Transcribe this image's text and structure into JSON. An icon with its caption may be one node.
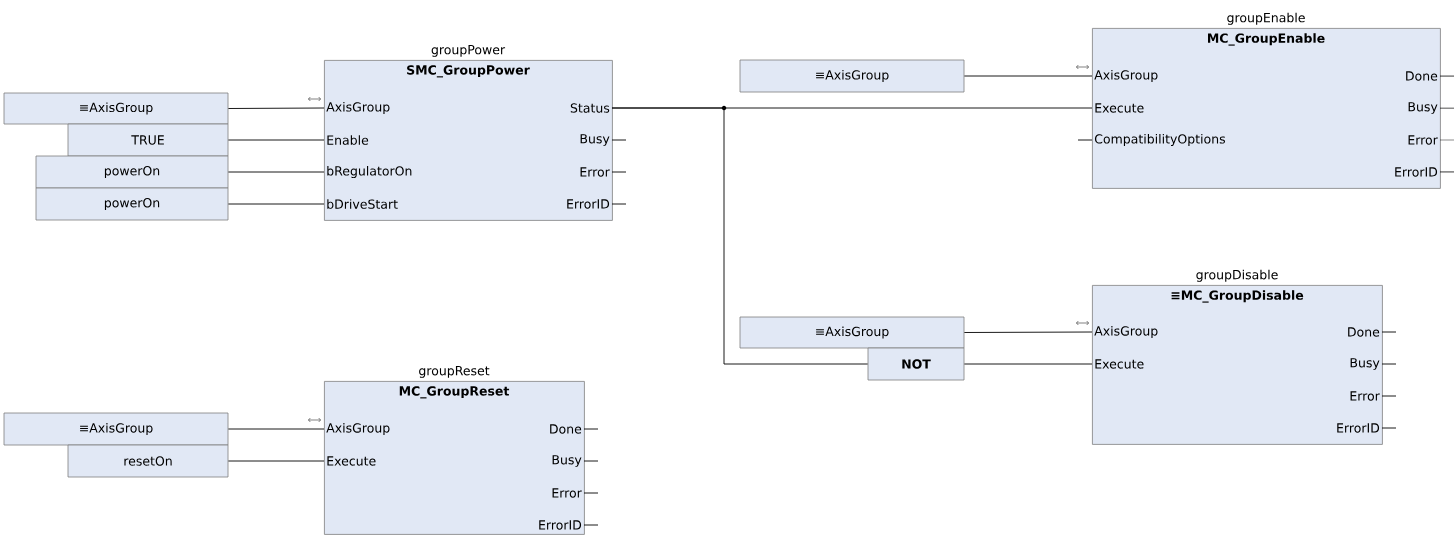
{
  "diagram": {
    "nodes": [
      {
        "text": [
          "≡AxisGroup"
        ]
      },
      {
        "text": [
          "TRUE"
        ]
      },
      {
        "text": [
          "powerOn"
        ]
      },
      {
        "text": [
          "powerOn"
        ]
      },
      {
        "text": [
          "groupPower",
          "SMC_GroupPower"
        ]
      },
      {
        "text": [
          "AxisGroup"
        ],
        "in": 4
      },
      {
        "text": [
          "Status"
        ],
        "in": 4
      },
      {
        "text": [
          "Enable"
        ],
        "in": 4
      },
      {
        "text": [
          "Busy"
        ],
        "in": 4
      },
      {
        "text": [
          "bRegulatorOn"
        ],
        "in": 4
      },
      {
        "text": [
          "Error"
        ],
        "in": 4
      },
      {
        "text": [
          "bDriveStart"
        ],
        "in": 4
      },
      {
        "text": [
          "ErrorID"
        ],
        "in": 4
      },
      {
        "text": [
          "≡AxisGroup"
        ]
      },
      {
        "text": [
          "groupEnable",
          "MC_GroupEnable"
        ]
      },
      {
        "text": [
          "AxisGroup"
        ],
        "in": 14
      },
      {
        "text": [
          "Done"
        ],
        "in": 14
      },
      {
        "text": [
          "Execute"
        ],
        "in": 14
      },
      {
        "text": [
          "Busy"
        ],
        "in": 14
      },
      {
        "text": [
          "CompatibilityOptions"
        ],
        "in": 14
      },
      {
        "text": [
          "Error"
        ],
        "in": 14
      },
      {
        "text": [
          "ErrorID"
        ],
        "in": 14
      },
      {
        "text": [
          "≡AxisGroup"
        ]
      },
      {
        "text": [
          "NOT"
        ]
      },
      {
        "text": [
          "groupDisable",
          "≡MC_GroupDisable"
        ]
      },
      {
        "text": [
          "AxisGroup"
        ],
        "in": 24
      },
      {
        "text": [
          "Done"
        ],
        "in": 24
      },
      {
        "text": [
          "Execute"
        ],
        "in": 24
      },
      {
        "text": [
          "Busy"
        ],
        "in": 24
      },
      {
        "text": [
          "Error"
        ],
        "in": 24
      },
      {
        "text": [
          "ErrorID"
        ],
        "in": 24
      },
      {
        "text": [
          "≡AxisGroup"
        ]
      },
      {
        "text": [
          "resetOn"
        ]
      },
      {
        "text": [
          "groupReset",
          "MC_GroupReset"
        ]
      },
      {
        "text": [
          "AxisGroup"
        ],
        "in": 33
      },
      {
        "text": [
          "Done"
        ],
        "in": 33
      },
      {
        "text": [
          "Execute"
        ],
        "in": 33
      },
      {
        "text": [
          "Busy"
        ],
        "in": 33
      },
      {
        "text": [
          "Error"
        ],
        "in": 33
      },
      {
        "text": [
          "ErrorID"
        ],
        "in": 33
      }
    ],
    "edges": [
      {
        "from": 0,
        "to": 5,
        "arrow": "none"
      },
      {
        "from": 1,
        "to": 7,
        "arrow": "none"
      },
      {
        "from": 2,
        "to": 9,
        "arrow": "none"
      },
      {
        "from": 3,
        "to": 11,
        "arrow": "none"
      },
      {
        "from": 8,
        "to": null,
        "arrow": "none"
      },
      {
        "from": 10,
        "to": null,
        "arrow": "none"
      },
      {
        "from": 12,
        "to": null,
        "arrow": "none"
      },
      {
        "from": 13,
        "to": 15,
        "arrow": "none"
      },
      {
        "from": 6,
        "to": 17,
        "arrow": "none"
      },
      {
        "from": null,
        "to": 19,
        "arrow": "none"
      },
      {
        "from": 16,
        "to": null,
        "arrow": "none"
      },
      {
        "from": 18,
        "to": null,
        "arrow": "none"
      },
      {
        "from": 20,
        "to": null,
        "arrow": "none"
      },
      {
        "from": 21,
        "to": null,
        "arrow": "none"
      },
      {
        "from": 22,
        "to": 25,
        "arrow": "none"
      },
      {
        "from": 6,
        "to": 23,
        "arrow": "none"
      },
      {
        "from": 23,
        "to": 27,
        "arrow": "none"
      },
      {
        "from": 26,
        "to": null,
        "arrow": "none"
      },
      {
        "from": 28,
        "to": null,
        "arrow": "none"
      },
      {
        "from": 29,
        "to": null,
        "arrow": "none"
      },
      {
        "from": 30,
        "to": null,
        "arrow": "none"
      },
      {
        "from": 31,
        "to": 34,
        "arrow": "none"
      },
      {
        "from": 32,
        "to": 36,
        "arrow": "none"
      },
      {
        "from": 35,
        "to": null,
        "arrow": "none"
      },
      {
        "from": 37,
        "to": null,
        "arrow": "none"
      },
      {
        "from": 38,
        "to": null,
        "arrow": "none"
      },
      {
        "from": 39,
        "to": null,
        "arrow": "none"
      }
    ]
  }
}
